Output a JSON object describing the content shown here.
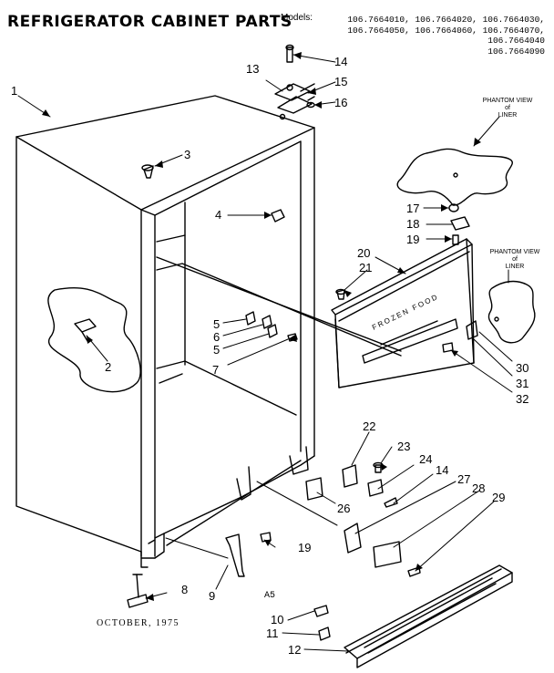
{
  "title": "REFRIGERATOR CABINET PARTS",
  "models_label": "Models:",
  "models": [
    "106.7664010, 106.7664020, 106.7664030,",
    "106.7664050, 106.7664060, 106.7664070,",
    "106.7664040",
    "106.7664090"
  ],
  "phantom_view_1": [
    "PHANTOM VIEW",
    "of",
    "LINER"
  ],
  "phantom_view_2": [
    "PHANTOM VIEW",
    "of",
    "LINER"
  ],
  "frozen_food_text": "FROZEN FOOD",
  "date": "OCTOBER, 1975",
  "as_mark": "A5",
  "callouts": {
    "c1": "1",
    "c2": "2",
    "c3": "3",
    "c4": "4",
    "c5a": "5",
    "c5b": "5",
    "c6": "6",
    "c7": "7",
    "c8": "8",
    "c9": "9",
    "c10": "10",
    "c11": "11",
    "c12": "12",
    "c13": "13",
    "c14a": "14",
    "c14b": "14",
    "c15": "15",
    "c16": "16",
    "c17": "17",
    "c18": "18",
    "c19a": "19",
    "c19b": "19",
    "c20": "20",
    "c21": "21",
    "c22": "22",
    "c23": "23",
    "c24": "24",
    "c26": "26",
    "c27": "27",
    "c28": "28",
    "c29": "29",
    "c30": "30",
    "c31": "31",
    "c32": "32"
  }
}
